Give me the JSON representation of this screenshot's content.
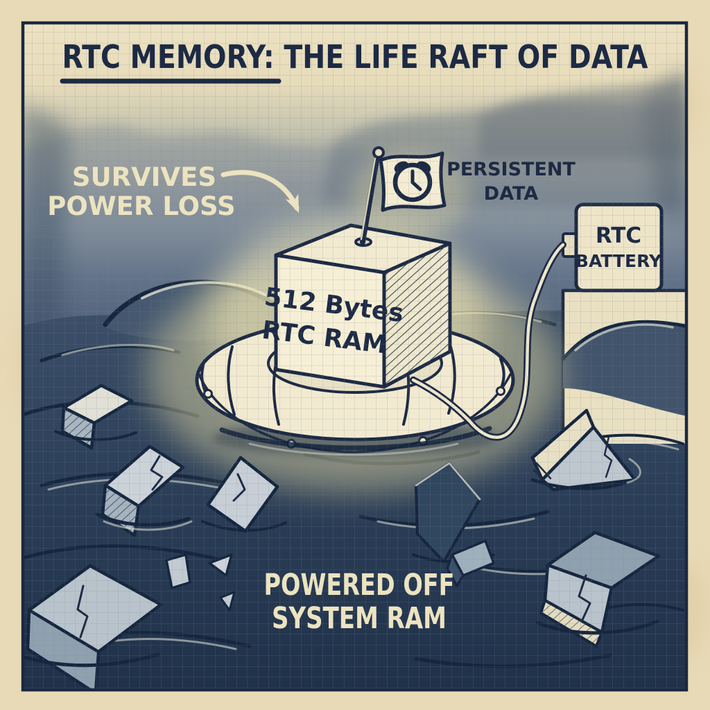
{
  "colors": {
    "paper_margin": "#e8dab6",
    "graph_paper": "#ece2c2",
    "ink_navy": "#1d2a44",
    "cream_text": "#ece3c0",
    "sky_mist": "#8b97a0",
    "water_dark": "#2b3e57",
    "glow_yellow": "#f4e7a8",
    "sinking_block_gray": "#c4ccd3"
  },
  "header": {
    "title": "RTC MEMORY: THE LIFE RAFT OF DATA"
  },
  "callouts": {
    "survives": {
      "line1": "SURVIVES",
      "line2": "POWER LOSS"
    },
    "persistent": {
      "line1": "PERSISTENT",
      "line2": "DATA"
    },
    "powered_off": {
      "line1": "POWERED OFF",
      "line2": "SYSTEM RAM"
    }
  },
  "raft": {
    "cube": {
      "line1": "512 Bytes",
      "line2": "RTC RAM"
    }
  },
  "battery": {
    "line1": "RTC",
    "line2": "BATTERY"
  },
  "icons": {
    "flag_badge": "alarm-clock"
  }
}
